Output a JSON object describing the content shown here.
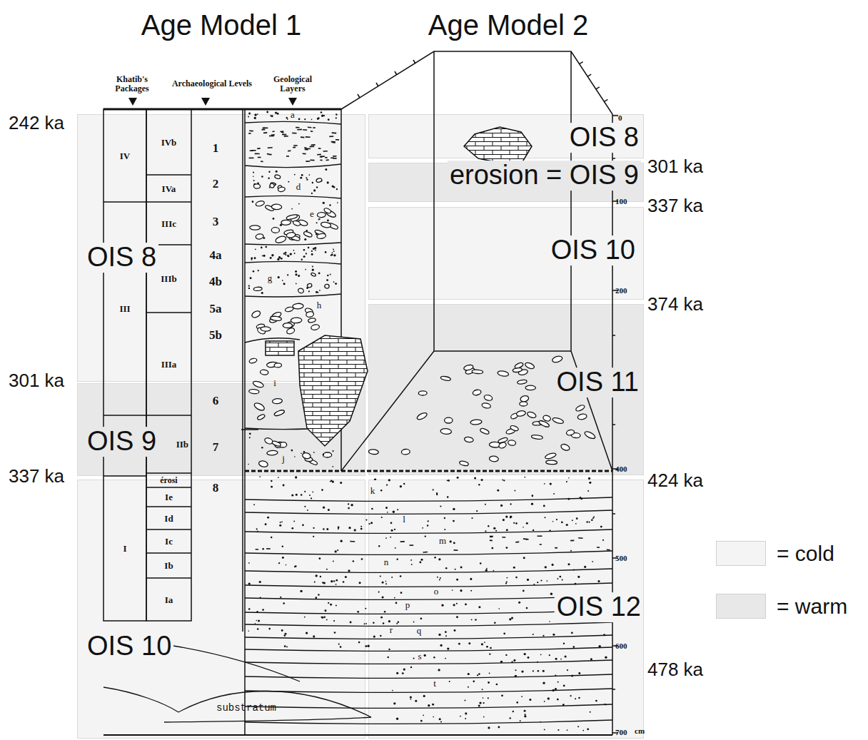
{
  "diagram": {
    "nodes": [
      {
        "text": [
          "OIS 8"
        ]
      },
      {
        "text": [
          "OIS 9"
        ]
      },
      {
        "text": [
          "OIS 10"
        ]
      },
      {
        "text": [
          "OIS 8"
        ]
      },
      {
        "text": [
          "erosion = OIS 9"
        ]
      },
      {
        "text": [
          "OIS 10"
        ]
      },
      {
        "text": [
          "OIS 11"
        ]
      },
      {
        "text": [
          "OIS 12"
        ]
      },
      {
        "text": [
          "IV"
        ]
      },
      {
        "text": [
          "III"
        ]
      },
      {
        "text": [
          "I"
        ]
      },
      {
        "text": [
          "IVb"
        ]
      },
      {
        "text": [
          "IVa"
        ]
      },
      {
        "text": [
          "IIIc"
        ]
      },
      {
        "text": [
          "IIIb"
        ]
      },
      {
        "text": [
          "IIIa"
        ]
      },
      {
        "text": [
          "IIb"
        ]
      },
      {
        "text": [
          "érosi"
        ]
      },
      {
        "text": [
          "Ie"
        ]
      },
      {
        "text": [
          "Id"
        ]
      },
      {
        "text": [
          "Ic"
        ]
      },
      {
        "text": [
          "Ib"
        ]
      },
      {
        "text": [
          "Ia"
        ]
      }
    ],
    "labels": [
      "Age Model 1",
      "Age Model 2",
      "Khatib's Packages",
      "Archaeological Levels",
      "Geological Layers",
      "242 ka",
      "301 ka",
      "337 ka",
      "301 ka",
      "337 ka",
      "374 ka",
      "424 ka",
      "478 ka",
      "1",
      "2",
      "3",
      "4a",
      "4b",
      "5a",
      "5b",
      "6",
      "7",
      "8",
      "a",
      "d",
      "e",
      "g",
      "h",
      "i",
      "j",
      "k",
      "l",
      "m",
      "n",
      "o",
      "p",
      "q",
      "r",
      "s",
      "t",
      "0",
      "100",
      "200",
      "400",
      "500",
      "600",
      "700",
      "cm",
      "substratum"
    ],
    "legend": [
      {
        "text": "= cold",
        "color": "#f4f4f4"
      },
      {
        "text": "= warm",
        "color": "#e8e8e8"
      }
    ]
  }
}
